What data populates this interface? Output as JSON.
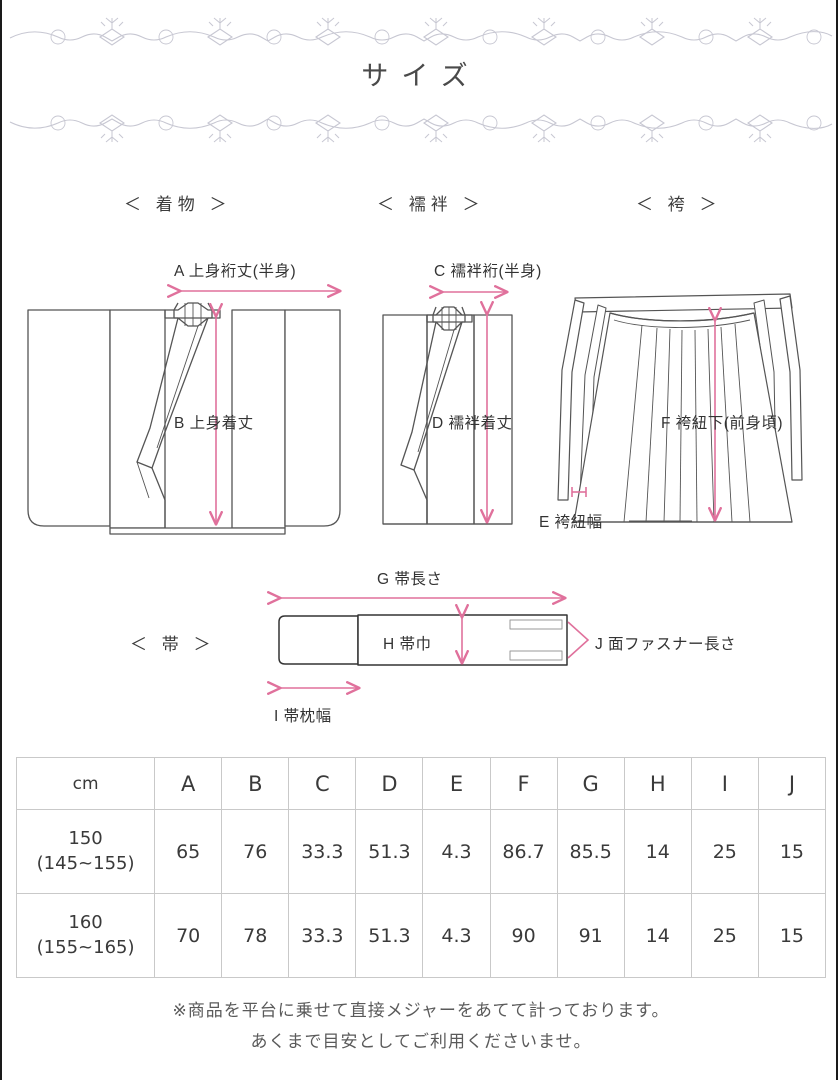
{
  "page": {
    "title": "サイズ",
    "unit_label": "cm"
  },
  "sections": {
    "kimono": "＜ 着物 ＞",
    "juban": "＜ 襦袢 ＞",
    "hakama": "＜ 袴 ＞",
    "obi": "＜ 帯 ＞"
  },
  "measurements": {
    "a": "A 上身裄丈(半身)",
    "b": "B 上身着丈",
    "c": "C 襦袢裄(半身)",
    "d": "D 襦袢着丈",
    "e": "E 袴紐幅",
    "f": "F 袴紐下(前身頃)",
    "g": "G 帯長さ",
    "h": "H 帯巾",
    "i": "I 帯枕幅",
    "j": "J 面ファスナー長さ"
  },
  "chart_data": {
    "type": "table",
    "title": "サイズ",
    "unit": "cm",
    "columns": [
      "cm",
      "A",
      "B",
      "C",
      "D",
      "E",
      "F",
      "G",
      "H",
      "I",
      "J"
    ],
    "rows": [
      {
        "size": "150",
        "range": "(145~155)",
        "values": [
          "65",
          "76",
          "33.3",
          "51.3",
          "4.3",
          "86.7",
          "85.5",
          "14",
          "25",
          "15"
        ]
      },
      {
        "size": "160",
        "range": "(155~165)",
        "values": [
          "70",
          "78",
          "33.3",
          "51.3",
          "4.3",
          "90",
          "91",
          "14",
          "25",
          "15"
        ]
      }
    ]
  },
  "footnote": {
    "line1": "※商品を平台に乗せて直接メジャーをあてて計っております。",
    "line2": "あくまで目安としてご利用くださいませ。"
  },
  "colors": {
    "arrow": "#e0719c",
    "outline": "#555555",
    "border": "#c9c9c9",
    "ornament": "#c7c7d2",
    "text": "#3a3a3a"
  }
}
